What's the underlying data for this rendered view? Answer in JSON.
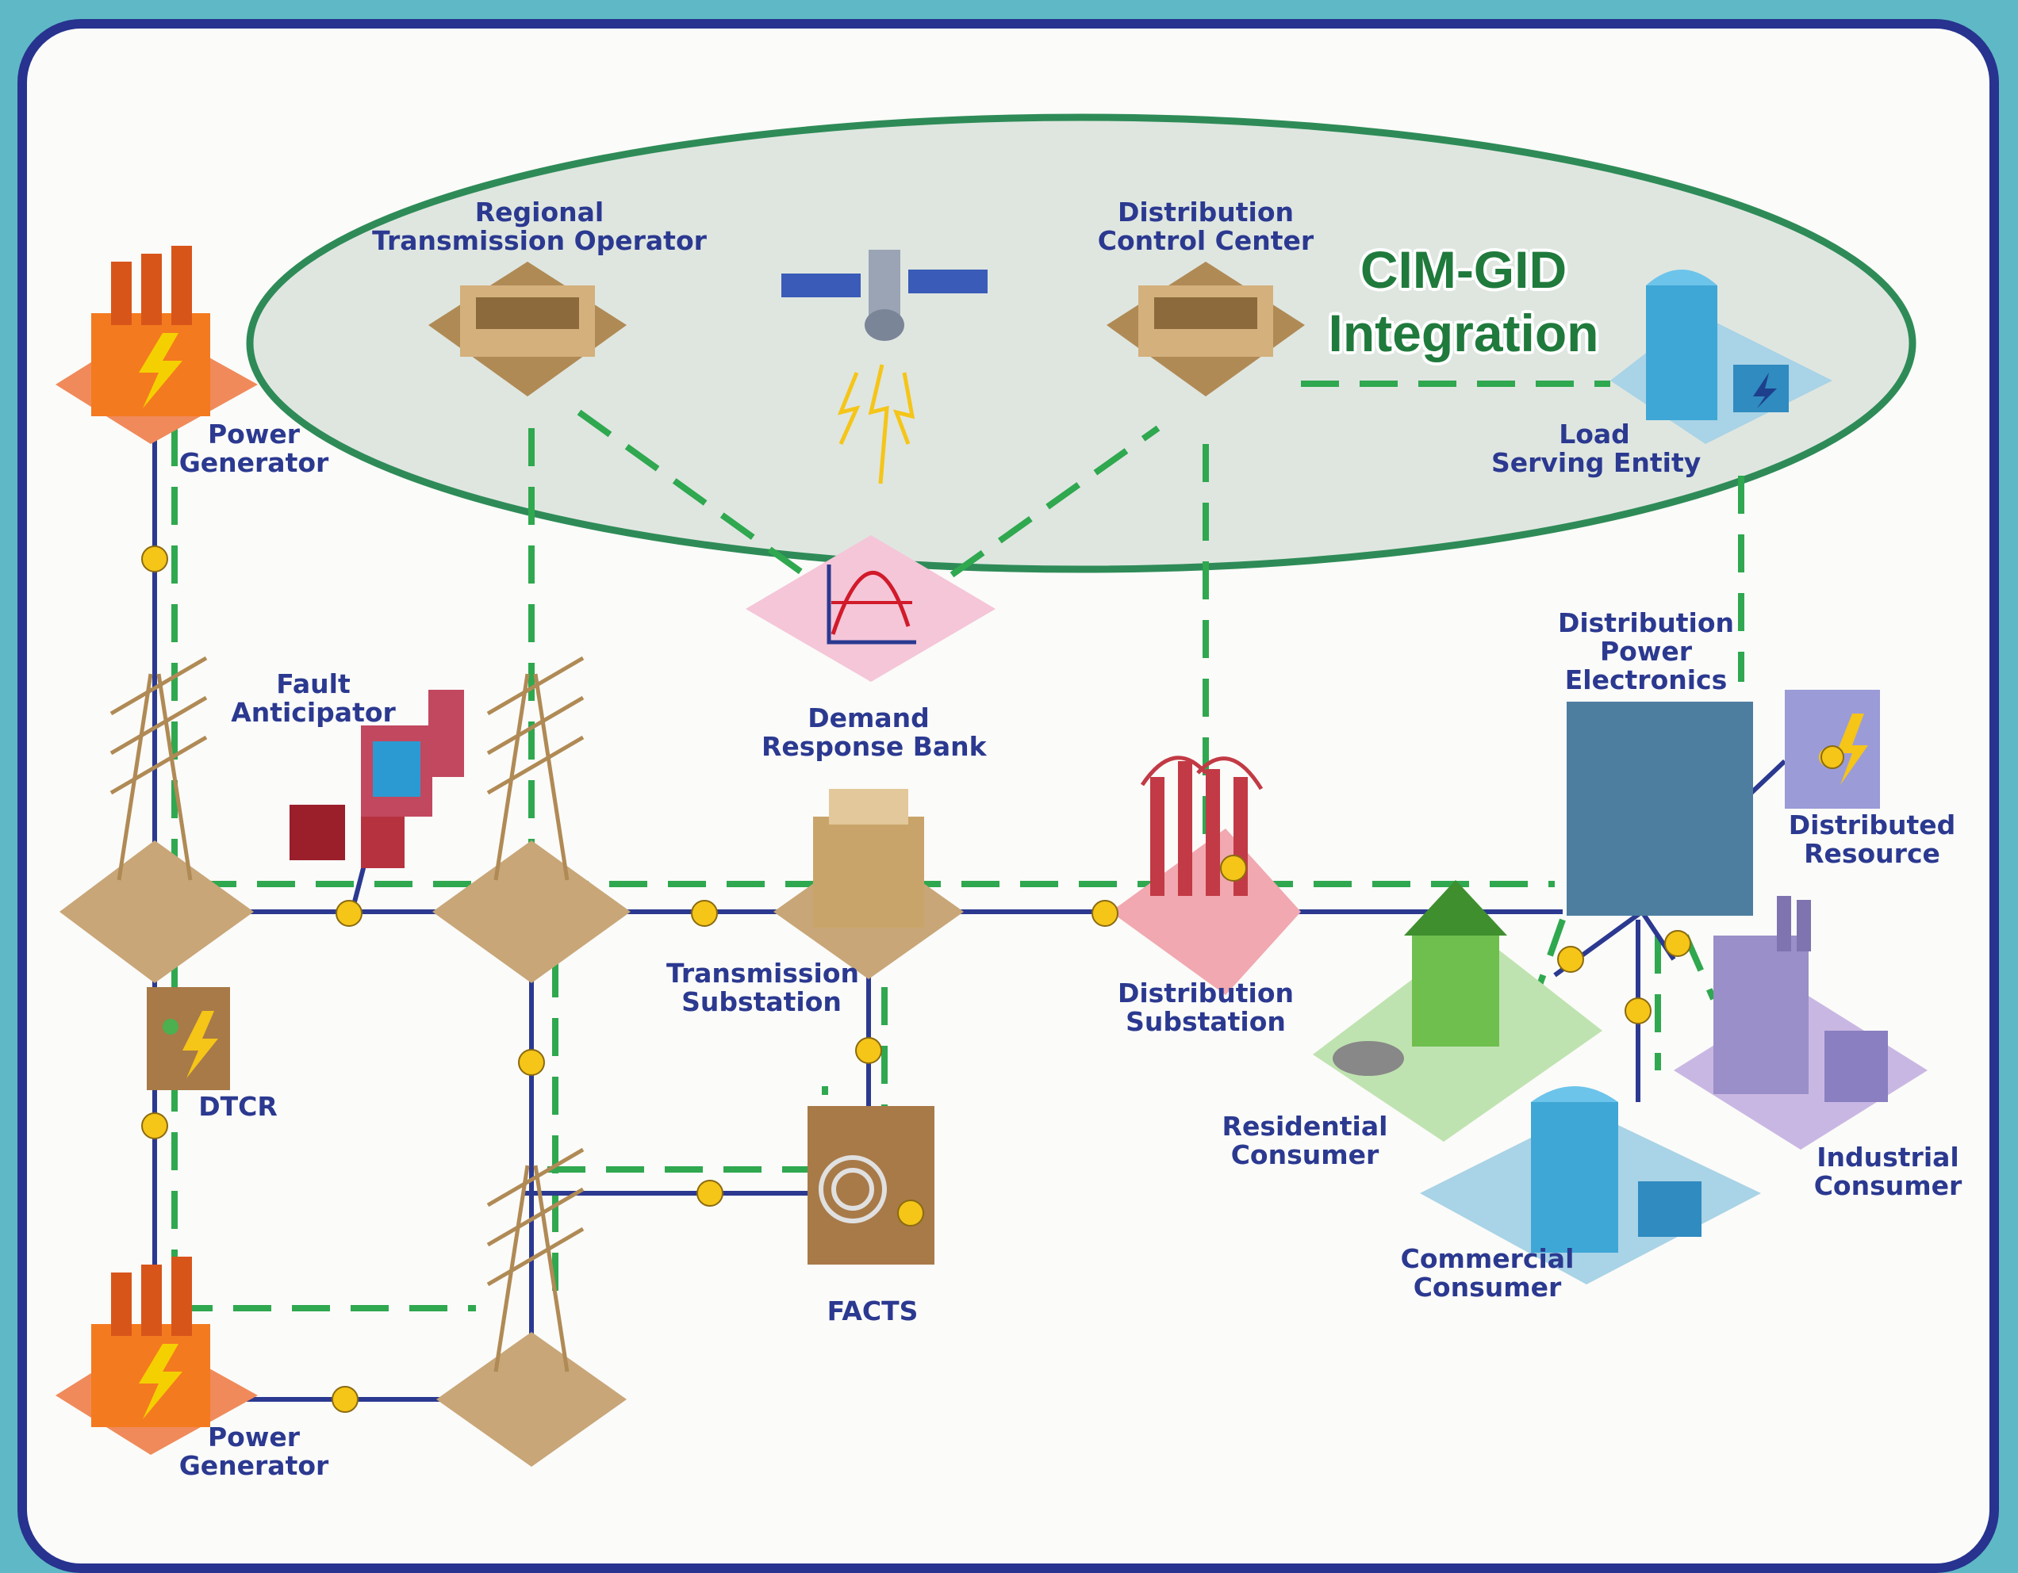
{
  "integration": {
    "line1": "CIM-GID",
    "line2": "Integration"
  },
  "labels": {
    "rto": [
      "Regional",
      "Transmission Operator"
    ],
    "dcc": [
      "Distribution",
      "Control Center"
    ],
    "lse": [
      "Load",
      "Serving Entity"
    ],
    "pg_top": [
      "Power",
      "Generator"
    ],
    "pg_bottom": [
      "Power",
      "Generator"
    ],
    "fault": [
      "Fault",
      "Anticipator"
    ],
    "drb": [
      "Demand",
      "Response Bank"
    ],
    "dpe": [
      "Distribution",
      "Power",
      "Electronics"
    ],
    "dr": [
      "Distributed",
      "Resource"
    ],
    "ts": [
      "Transmission",
      "Substation"
    ],
    "ds": [
      "Distribution",
      "Substation"
    ],
    "dtcr": "DTCR",
    "facts": "FACTS",
    "res": [
      "Residential",
      "Consumer"
    ],
    "ind": [
      "Industrial",
      "Consumer"
    ],
    "com": [
      "Commercial",
      "Consumer"
    ]
  },
  "colors": {
    "power_line": "#2b3990",
    "comm_line": "#2fa84f",
    "sensor": "#f5c518",
    "ellipse_stroke": "#2e8b57",
    "label": "#2b3990"
  }
}
